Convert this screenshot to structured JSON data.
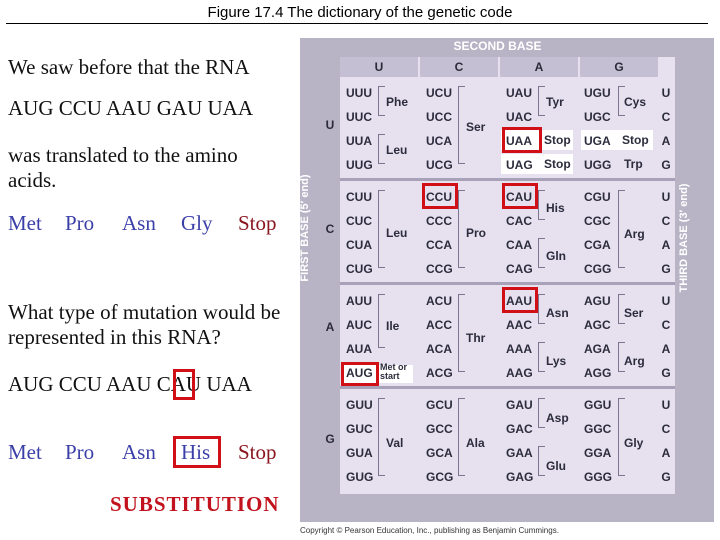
{
  "header": {
    "title": "Figure 17.4  The dictionary of the genetic code"
  },
  "left": {
    "intro_line": "We saw before that the RNA",
    "original_sequence": "AUG CCU AAU GAU UAA",
    "translated_line": "was translated to the amino acids.",
    "original_aminos": [
      "Met",
      "Pro",
      "Asn",
      "Gly",
      "Stop"
    ],
    "question": "What type of mutation would be represented in this RNA?",
    "mutant_sequence": "AUG CCU AAU CAU UAA",
    "mutant_aminos": [
      "Met",
      "Pro",
      "Asn",
      "His",
      "Stop"
    ],
    "answer": "SUBSTITUTION"
  },
  "table": {
    "second_base_title": "SECOND BASE",
    "first_base_title": "FIRST BASE (5′ end)",
    "third_base_title": "THIRD BASE (3′ end)",
    "second_base": [
      "U",
      "C",
      "A",
      "G"
    ],
    "first_base": [
      "U",
      "C",
      "A",
      "G"
    ],
    "third_base": [
      "U",
      "C",
      "A",
      "G",
      "U",
      "C",
      "A",
      "G",
      "U",
      "C",
      "A",
      "G",
      "U",
      "C",
      "A",
      "G"
    ],
    "codons": [
      [
        "UUU",
        "UCU",
        "UAU",
        "UGU"
      ],
      [
        "UUC",
        "UCC",
        "UAC",
        "UGC"
      ],
      [
        "UUA",
        "UCA",
        "UAA",
        "UGA"
      ],
      [
        "UUG",
        "UCG",
        "UAG",
        "UGG"
      ],
      [
        "CUU",
        "CCU",
        "CAU",
        "CGU"
      ],
      [
        "CUC",
        "CCC",
        "CAC",
        "CGC"
      ],
      [
        "CUA",
        "CCA",
        "CAA",
        "CGA"
      ],
      [
        "CUG",
        "CCG",
        "CAG",
        "CGG"
      ],
      [
        "AUU",
        "ACU",
        "AAU",
        "AGU"
      ],
      [
        "AUC",
        "ACC",
        "AAC",
        "AGC"
      ],
      [
        "AUA",
        "ACA",
        "AAA",
        "AGA"
      ],
      [
        "AUG",
        "ACG",
        "AAG",
        "AGG"
      ],
      [
        "GUU",
        "GCU",
        "GAU",
        "GGU"
      ],
      [
        "GUC",
        "GCC",
        "GAC",
        "GGC"
      ],
      [
        "GUA",
        "GCA",
        "GAA",
        "GGA"
      ],
      [
        "GUG",
        "GCG",
        "GAG",
        "GGG"
      ]
    ],
    "amino_labels": {
      "phe": "Phe",
      "leu1": "Leu",
      "ser1": "Ser",
      "tyr": "Tyr",
      "stop1": "Stop",
      "stop2": "Stop",
      "cys": "Cys",
      "stop3": "Stop",
      "trp": "Trp",
      "leu2": "Leu",
      "pro": "Pro",
      "his": "His",
      "gln": "Gln",
      "arg1": "Arg",
      "ile": "Ile",
      "met": "Met or start",
      "thr": "Thr",
      "asn": "Asn",
      "lys": "Lys",
      "ser2": "Ser",
      "arg2": "Arg",
      "val": "Val",
      "ala": "Ala",
      "asp": "Asp",
      "glu": "Glu",
      "gly": "Gly"
    },
    "copyright": "Copyright © Pearson Education, Inc., publishing as Benjamin Cummings."
  },
  "colors": {
    "accent_red": "#d10f17",
    "amino_blue": "#3b3fa8",
    "table_frame": "#b8b4c6",
    "table_cell": "#e6e0ef"
  }
}
